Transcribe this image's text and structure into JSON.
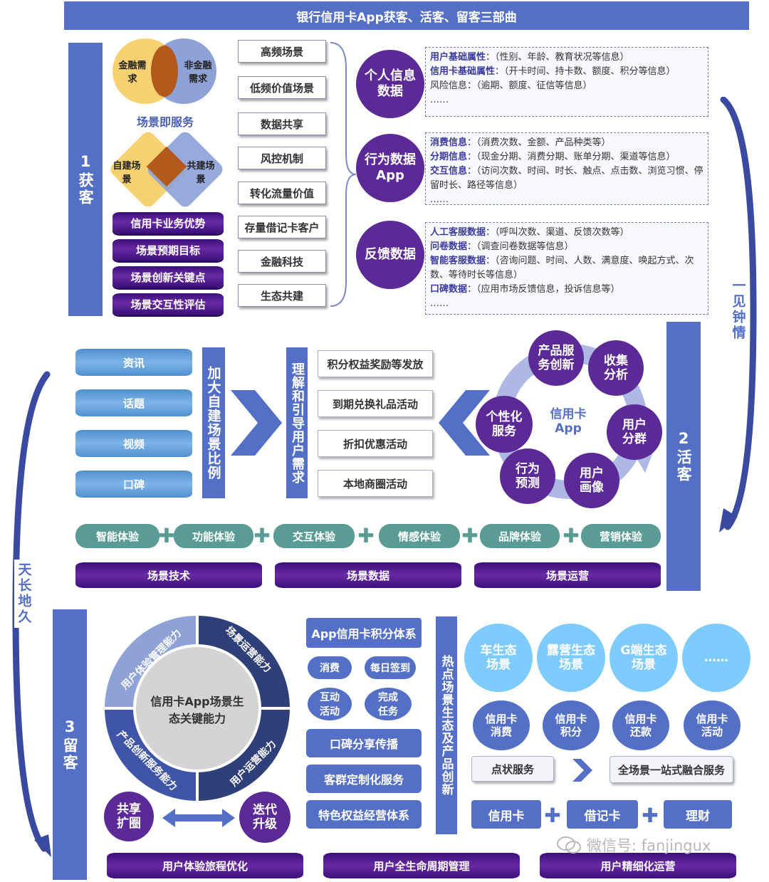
{
  "title": "银行信用卡App获客、活客、留客三部曲",
  "stage1": {
    "label": "1获客",
    "venn1": {
      "left": "金融需求",
      "right": "非金融需求",
      "caption": "场景即服务"
    },
    "venn2": {
      "left": "自建场景",
      "right": "共建场景"
    },
    "cylinders": [
      "信用卡业务优势",
      "场景预期目标",
      "场景创新关键点",
      "场景交互性评估"
    ],
    "scenarios": [
      "高频场景",
      "低频价值场景",
      "数据共享",
      "风控机制",
      "转化流量价值",
      "存量借记卡客户",
      "金融科技",
      "生态共建"
    ],
    "data_circles": [
      "个人信息数据",
      "行为数据App",
      "反馈数据"
    ],
    "info_boxes": [
      {
        "lines": [
          {
            "key": "用户基础属性",
            "val": "：（性别、年龄、教育状况等信息）"
          },
          {
            "key": "信用卡基础属性",
            "val": "：（开卡时间、持卡数、额度、积分等信息）"
          },
          {
            "key": "",
            "val": "风险信息：（逾期、额度、征信等信息）"
          },
          {
            "key": "",
            "val": "……"
          }
        ]
      },
      {
        "lines": [
          {
            "key": "消费信息",
            "val": "：（消费次数、金额、产品种类等）"
          },
          {
            "key": "分期信息",
            "val": "：（现金分期、消费分期、账单分期、渠道等信息）"
          },
          {
            "key": "交互信息",
            "val": "：（访问次数、时间、时长、触点、点击数、浏览习惯、停留时长、路径等信息）"
          },
          {
            "key": "",
            "val": "……"
          }
        ]
      },
      {
        "lines": [
          {
            "key": "人工客服数据",
            "val": "：（呼叫次数、渠道、反馈次数等）"
          },
          {
            "key": "问卷数据",
            "val": "：（调查问卷数据等信息）"
          },
          {
            "key": "智能客服数据",
            "val": "：（咨询问题、时间、人数、满意度、唤起方式、次数、等待时长等信息）"
          },
          {
            "key": "口碑数据",
            "val": "：（应用市场反馈信息，投诉信息等）"
          },
          {
            "key": "",
            "val": "……"
          }
        ]
      }
    ]
  },
  "side_labels": {
    "right": "一见钟情",
    "left": "天长地久"
  },
  "stage2": {
    "label": "2活客",
    "content_cyls": [
      "资讯",
      "话题",
      "视频",
      "口碑"
    ],
    "vertical1": "加大自建场景比例",
    "vertical2": "理解和引导用户需求",
    "activities": [
      "积分权益奖励等发放",
      "到期兑换礼品活动",
      "折扣优惠活动",
      "本地商圈活动"
    ],
    "cycle_center": "信用卡App",
    "cycle_items": [
      "产品服务创新",
      "收集分析",
      "用户分群",
      "用户画像",
      "行为预测",
      "个性化服务"
    ],
    "experiences": [
      "智能体验",
      "功能体验",
      "交互体验",
      "情感体验",
      "品牌体验",
      "营销体验"
    ],
    "plus": "✚",
    "bases": [
      "场景技术",
      "场景数据",
      "场景运营"
    ]
  },
  "stage3": {
    "label": "3留客",
    "ring_center": "信用卡App场景生态关键能力",
    "ring_segments": [
      "用户体验管理能力",
      "场景运营能力",
      "用户运营能力",
      "产品创新服务能力"
    ],
    "share": "共享扩圈",
    "iterate": "迭代升级",
    "points_title": "App信用卡积分体系",
    "points_items": [
      "消费",
      "每日签到",
      "互动活动",
      "完成任务"
    ],
    "services": [
      "口碑分享传播",
      "客群定制化服务",
      "特色权益经营体系"
    ],
    "hot_vertical": "热点场景生态及产品创新",
    "ecosystems": [
      "车生态场景",
      "露营生态场景",
      "G端生态场景",
      "……"
    ],
    "card_circles": [
      "信用卡消费",
      "信用卡积分",
      "信用卡还款",
      "信用卡活动"
    ],
    "point_service": "点状服务",
    "full_service": "全场景一站式融合服务",
    "products": [
      "信用卡",
      "借记卡",
      "理财"
    ],
    "bases": [
      "用户体验旅程优化",
      "用户全生命周期管理",
      "用户精细化运营"
    ]
  },
  "watermark": "微信号: fanjingux"
}
